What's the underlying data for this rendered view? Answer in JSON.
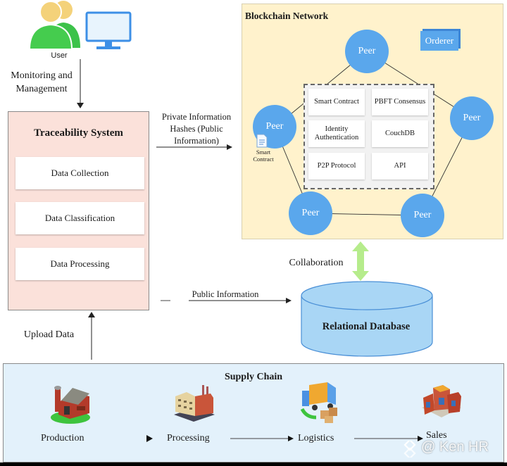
{
  "user": {
    "label": "User"
  },
  "edges": {
    "monitoring": "Monitoring and Management",
    "private_info_line1": "Private Information",
    "private_info_line2": "Hashes (Public",
    "private_info_line3": "Information)",
    "public_info": "Public Information",
    "collaboration": "Collaboration",
    "upload": "Upload Data"
  },
  "traceability": {
    "title": "Traceability System",
    "modules": [
      "Data Collection",
      "Data Classification",
      "Data Processing"
    ]
  },
  "blockchain": {
    "title": "Blockchain Network",
    "peer_label": "Peer",
    "orderer_label": "Orderer",
    "smart_contract_doc": "Smart Contract",
    "components": [
      "Smart Contract",
      "PBFT Consensus",
      "Identity Authentication",
      "CouchDB",
      "P2P Protocol",
      "API"
    ]
  },
  "database": {
    "label": "Relational Database"
  },
  "supply_chain": {
    "title": "Supply Chain",
    "stages": [
      "Production",
      "Processing",
      "Logistics",
      "Sales"
    ]
  },
  "watermark": "@ Ken HR",
  "colors": {
    "peer": "#5aa7ec",
    "trace_bg": "#fbe1da",
    "chain_bg": "#fff2cc",
    "supply_bg": "#e3f1fb",
    "db_fill": "#a9d6f5",
    "collab_arrow": "#b6ec8c"
  }
}
